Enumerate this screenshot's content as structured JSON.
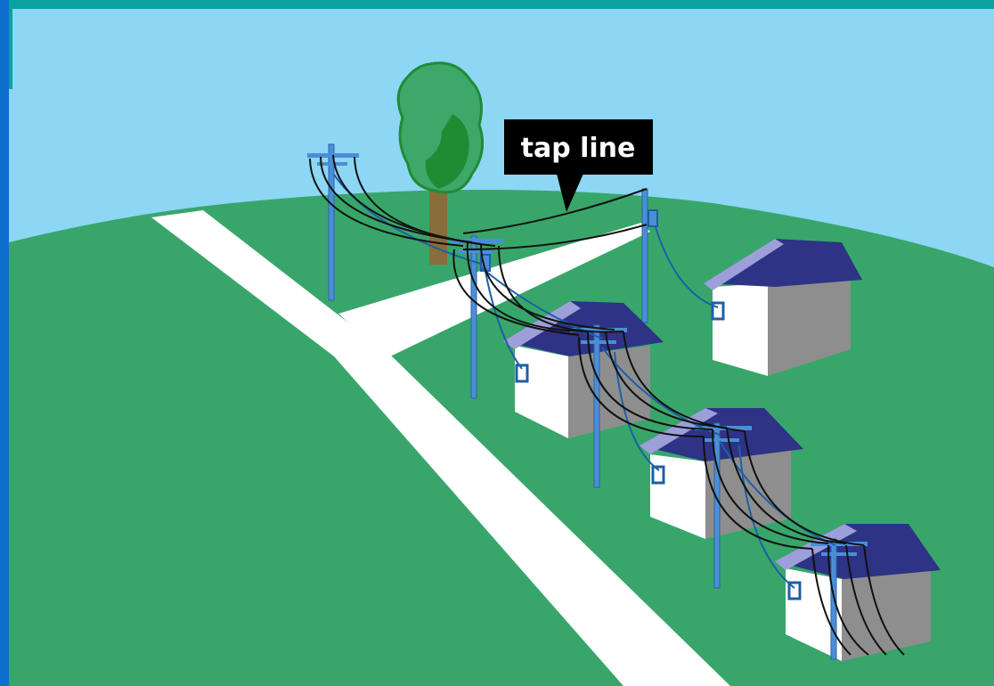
{
  "callout": {
    "text": "tap line"
  },
  "colors": {
    "frame": "#0aa3a0",
    "left_strip": "#0f6fcf",
    "sky": "#8dd6f4",
    "grass": "#38a66a",
    "road": "#ffffff",
    "pole": "#4a8fd6",
    "pole_dark": "#2c63ad",
    "wire": "#111111",
    "service_wire": "#1d5fa6",
    "roof_light": "#9c9fd9",
    "roof_dark": "#2e3386",
    "wall_front": "#ffffff",
    "wall_side": "#8e8e8e",
    "tree_trunk": "#8a6b3a",
    "tree_leaves": "#3ea86a",
    "tree_shadow": "#1f8c34",
    "callout_bg": "#000000"
  },
  "icons": [
    "utility-pole",
    "house",
    "electric-meter",
    "tree"
  ]
}
